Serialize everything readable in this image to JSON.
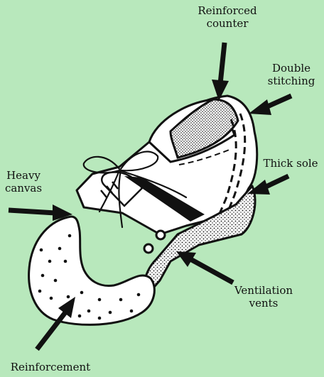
{
  "labels": {
    "reinforced_counter": [
      "Reinforced",
      "counter"
    ],
    "double_stitching": [
      "Double",
      "stitching"
    ],
    "thick_sole": "Thick sole",
    "heavy_canvas": [
      "Heavy",
      "canvas"
    ],
    "ventilation_vents": [
      "Ventilation",
      "vents"
    ],
    "reinforcement": "Reinforcement"
  },
  "colors": {
    "background": "#b8e8bc",
    "ink": "#111111",
    "shoe_fill": "#ffffff"
  }
}
